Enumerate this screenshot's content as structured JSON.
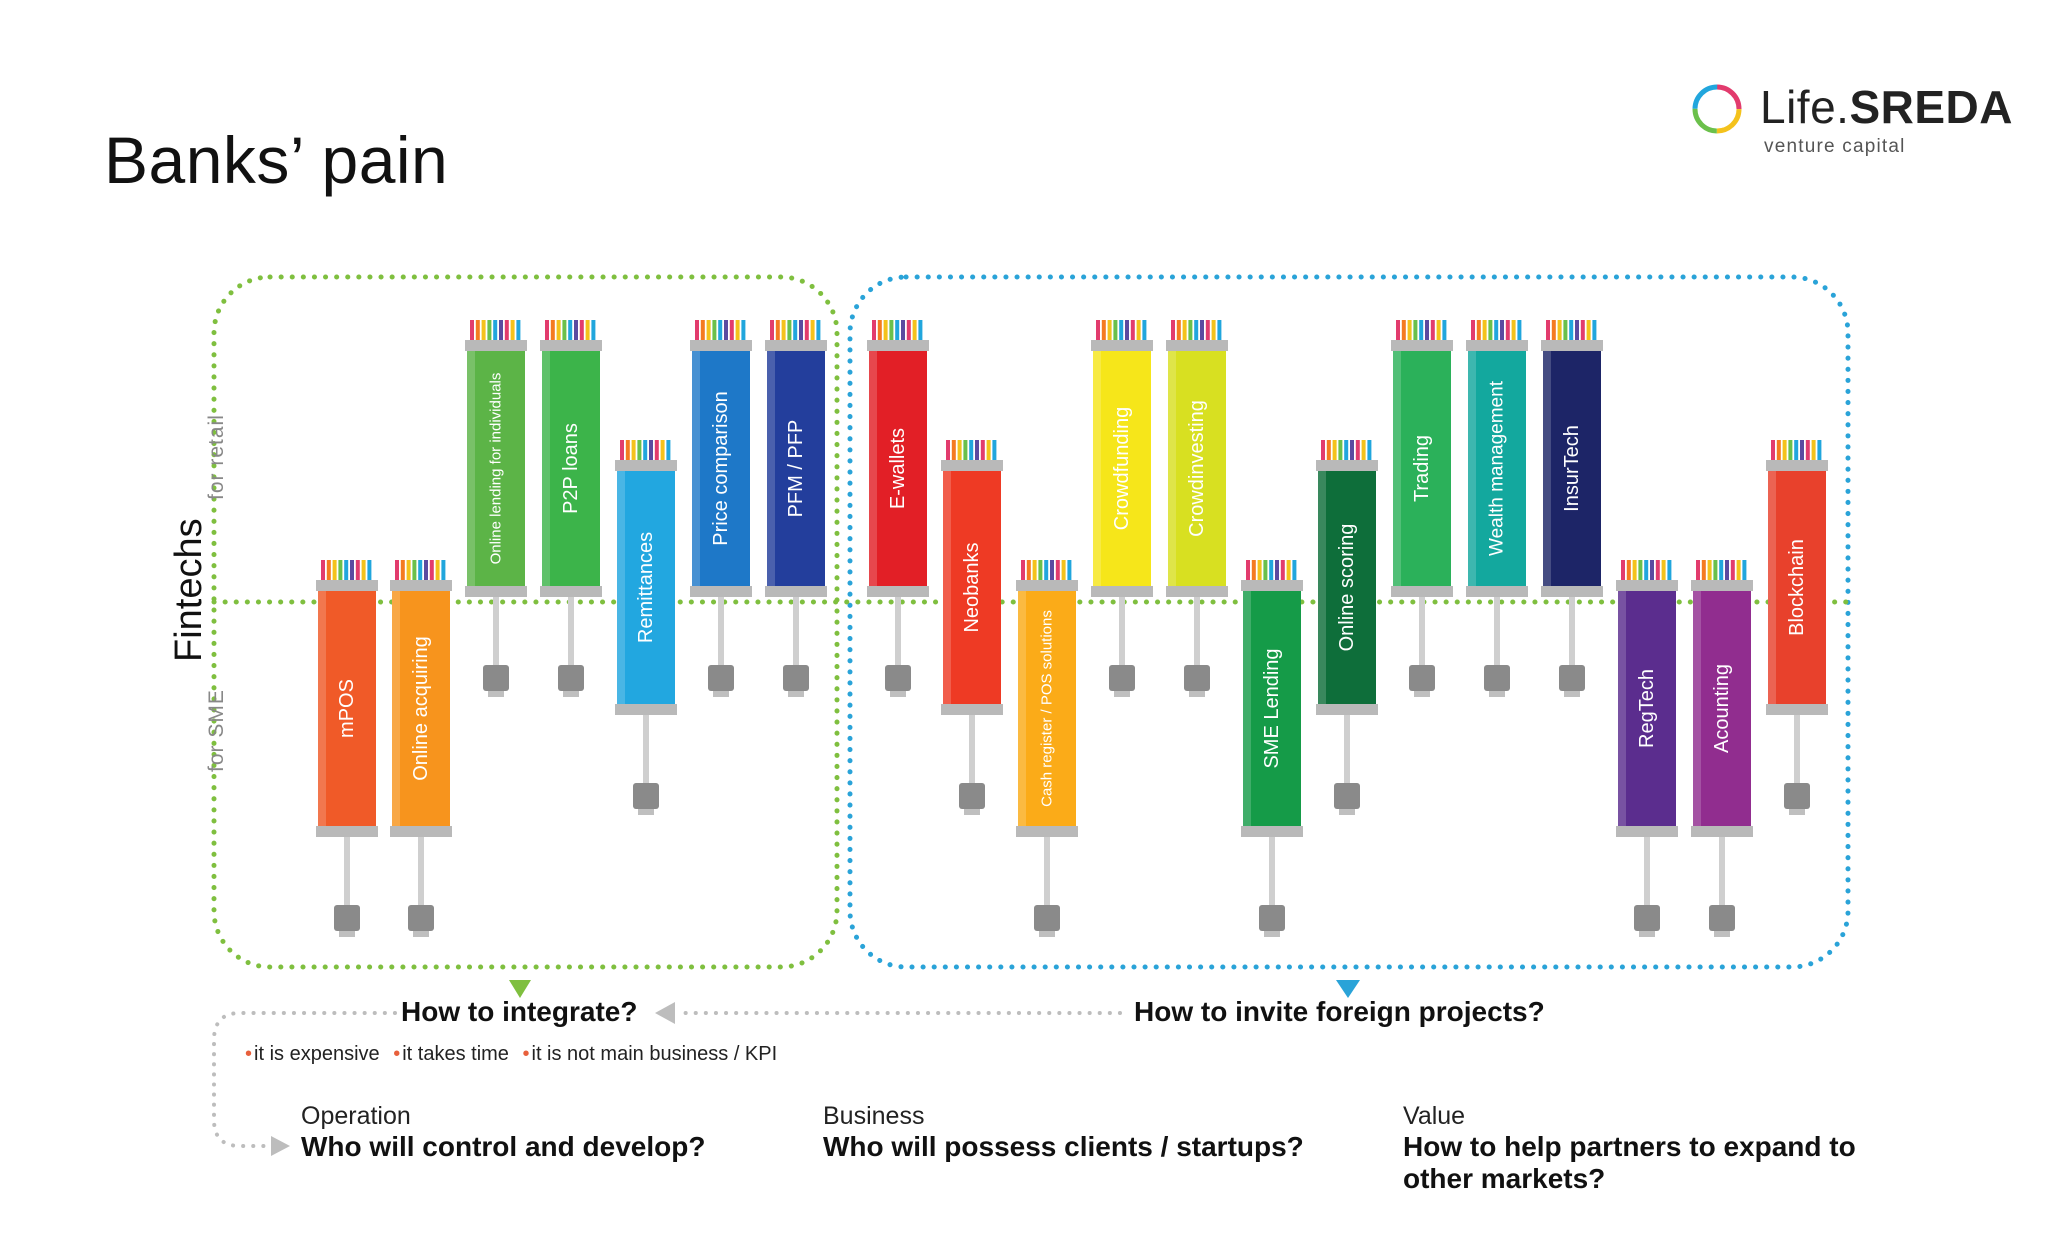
{
  "title": "Banks’ pain",
  "logo": {
    "brand_light": "Life.",
    "brand_bold": "SREDA",
    "subtitle": "venture capital",
    "ring_colors": [
      "#e23b6d",
      "#f4c21c",
      "#6bc04b",
      "#21a6dd"
    ]
  },
  "axis": {
    "main": "Fintechs",
    "upper": "for retail",
    "lower": "for SME"
  },
  "groups": [
    {
      "name": "integrate-group",
      "color": "#7fbf3f"
    },
    {
      "name": "foreign-group",
      "color": "#2aa3d8"
    }
  ],
  "syringes": [
    {
      "label": "mPOS",
      "color": "#f05a28",
      "level": "sme",
      "tall": false
    },
    {
      "label": "Online acquiring",
      "color": "#f7941d",
      "level": "sme",
      "tall": false
    },
    {
      "label": "Online lending for individuals",
      "color": "#5cb447",
      "level": "retail",
      "tall": true
    },
    {
      "label": "P2P loans",
      "color": "#3cb44a",
      "level": "retail",
      "tall": true
    },
    {
      "label": "Remittances",
      "color": "#22a7e0",
      "level": "mid",
      "tall": true
    },
    {
      "label": "Price comparison",
      "color": "#1e78c8",
      "level": "retail",
      "tall": true
    },
    {
      "label": "PFM / PFP",
      "color": "#233e9c",
      "level": "retail",
      "tall": true
    },
    {
      "label": "E-wallets",
      "color": "#e21f26",
      "level": "retail",
      "tall": true
    },
    {
      "label": "Neobanks",
      "color": "#ee3a24",
      "level": "mid",
      "tall": true
    },
    {
      "label": "Cash register / POS solutions",
      "color": "#fbab18",
      "level": "sme",
      "tall": false
    },
    {
      "label": "Crowdfunding",
      "color": "#f6e61a",
      "level": "retail",
      "tall": true
    },
    {
      "label": "Crowdinvesting",
      "color": "#d8e021",
      "level": "retail",
      "tall": true
    },
    {
      "label": "SME Lending",
      "color": "#159b48",
      "level": "sme",
      "tall": false
    },
    {
      "label": "Online scoring",
      "color": "#0e6e3a",
      "level": "mid",
      "tall": true
    },
    {
      "label": "Trading",
      "color": "#2bb15a",
      "level": "retail",
      "tall": true
    },
    {
      "label": "Wealth management",
      "color": "#13a89e",
      "level": "retail",
      "tall": true
    },
    {
      "label": "InsurTech",
      "color": "#1d2567",
      "level": "retail",
      "tall": true
    },
    {
      "label": "RegTech",
      "color": "#5b2d8e",
      "level": "sme",
      "tall": false
    },
    {
      "label": "Acounting",
      "color": "#912d8f",
      "level": "sme",
      "tall": false
    },
    {
      "label": "Blockchain",
      "color": "#e8412c",
      "level": "mid",
      "tall": true
    }
  ],
  "questions": {
    "integrate": "How to integrate?",
    "invite": "How to invite foreign projects?"
  },
  "bullets": [
    "it is expensive",
    "it takes time",
    "it is not main business / KPI"
  ],
  "bottom": [
    {
      "category": "Operation",
      "question": "Who will control and develop?"
    },
    {
      "category": "Business",
      "question": "Who will possess clients / startups?"
    },
    {
      "category": "Value",
      "question": "How to help partners to expand to other markets?"
    }
  ]
}
